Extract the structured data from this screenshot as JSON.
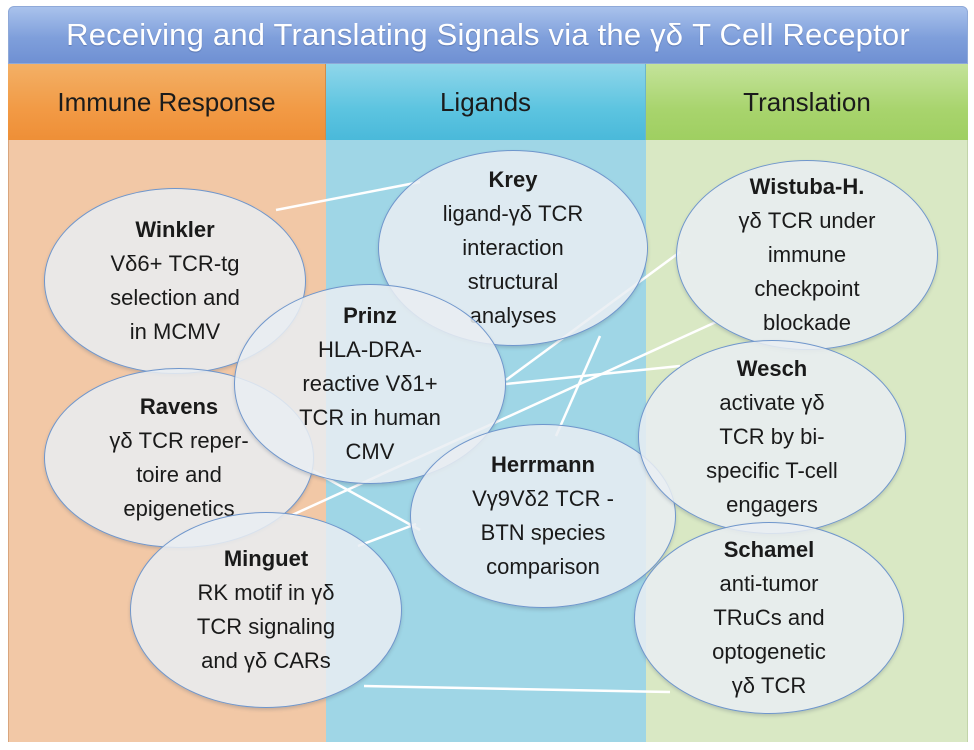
{
  "title": "Receiving and Translating Signals via the γδ T Cell Receptor",
  "columns": {
    "immune": "Immune Response",
    "ligands": "Ligands",
    "translation": "Translation"
  },
  "colors": {
    "title_bar": "#7f9fdb",
    "immune_header": "#f29a45",
    "immune_body": "#f2c8a6",
    "ligands_header": "#5cc4e0",
    "ligands_body": "#9fd6e6",
    "translation_header": "#a8d46d",
    "translation_body": "#d9e8c4",
    "bubble_fill": "#e9edf2",
    "bubble_border": "#6f96cc",
    "connector": "#ffffff"
  },
  "nodes": {
    "winkler": {
      "name": "Winkler",
      "text": "Vδ6+ TCR-tg\nselection and\nin MCMV"
    },
    "krey": {
      "name": "Krey",
      "text": "ligand-γδ TCR\ninteraction\nstructural\nanalyses"
    },
    "wistuba": {
      "name": "Wistuba-H.",
      "text": "γδ TCR under\nimmune\ncheckpoint\nblockade"
    },
    "prinz": {
      "name": "Prinz",
      "text": "HLA-DRA-\nreactive Vδ1+\nTCR in human\nCMV"
    },
    "wesch": {
      "name": "Wesch",
      "text": "activate γδ\nTCR by bi-\nspecific T-cell\nengagers"
    },
    "ravens": {
      "name": "Ravens",
      "text": "γδ TCR reper-\ntoire and\nepigenetics"
    },
    "herrmann": {
      "name": "Herrmann",
      "text": "Vγ9Vδ2 TCR -\nBTN species\ncomparison"
    },
    "minguet": {
      "name": "Minguet",
      "text": "RK motif in γδ\nTCR signaling\nand γδ CARs"
    },
    "schamel": {
      "name": "Schamel",
      "text": "anti-tumor\nTRuCs and\noptogenetic\nγδ TCR"
    }
  },
  "connections": [
    [
      "winkler",
      "krey"
    ],
    [
      "prinz",
      "wistuba"
    ],
    [
      "prinz",
      "wesch"
    ],
    [
      "krey",
      "herrmann"
    ],
    [
      "ravens",
      "herrmann"
    ],
    [
      "minguet",
      "wistuba"
    ],
    [
      "minguet",
      "herrmann"
    ],
    [
      "minguet",
      "schamel"
    ]
  ]
}
